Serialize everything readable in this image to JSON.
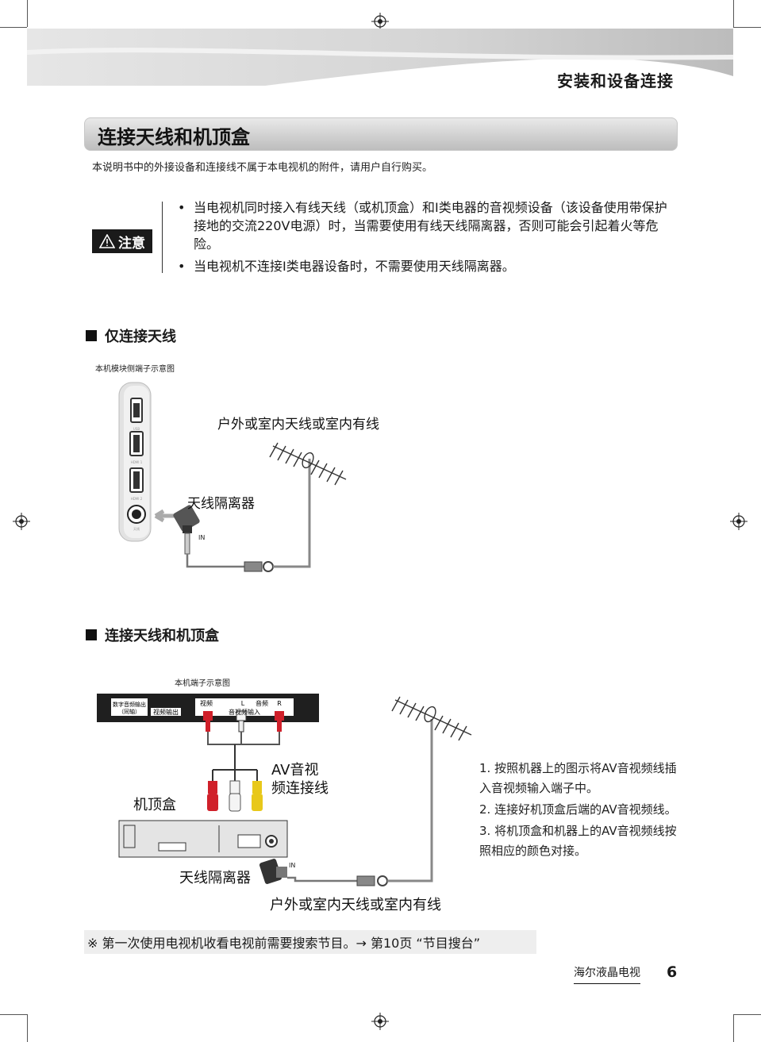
{
  "header": {
    "section": "安装和设备连接"
  },
  "title": "连接天线和机顶盒",
  "intro": "本说明书中的外接设备和连接线不属于本电视机的附件，请用户自行购买。",
  "notice": {
    "label": "注意",
    "items": [
      "当电视机同时接入有线天线（或机顶盒）和I类电器的音视频设备（该设备使用带保护接地的交流220V电源）时，当需要使用有线天线隔离器，否则可能会引起着火等危险。",
      "当电视机不连接I类电器设备时，不需要使用天线隔离器。"
    ]
  },
  "section1": {
    "heading": "仅连接天线",
    "caption": "本机模块侧端子示意图",
    "port_labels": [
      "USB",
      "HDMI 1",
      "HDMI 2",
      "天线"
    ],
    "antenna_label": "户外或室内天线或室内有线",
    "isolator_label": "天线隔离器",
    "in_label": "IN"
  },
  "section2": {
    "heading": "连接天线和机顶盒",
    "caption": "本机端子示意图",
    "panel_labels": {
      "digital_out": "数字音频输出",
      "coax": "（同轴）",
      "video_out": "视频输出",
      "video": "视频",
      "audio": "音频",
      "av_in": "音视频输入",
      "left": "L",
      "right": "R"
    },
    "av_cable_label_1": "AV音视",
    "av_cable_label_2": "频连接线",
    "stb_label": "机顶盒",
    "isolator_label": "天线隔离器",
    "in_label": "IN",
    "antenna_label": "户外或室内天线或室内有线",
    "steps": [
      "1. 按照机器上的图示将AV音视频线插入音视频输入端子中。",
      "2. 连接好机顶盒后端的AV音视频线。",
      "3. 将机顶盒和机器上的AV音视频线按照相应的颜色对接。"
    ]
  },
  "footnote": "※ 第一次使用电视机收看电视前需要搜索节目。→ 第10页 “节目搜台”",
  "footer": {
    "brand": "海尔液晶电视",
    "page": "6"
  },
  "colors": {
    "red": "#d0202a",
    "yellow": "#e8c81a",
    "white": "#f4f4f4",
    "dark": "#1a1a1a"
  }
}
